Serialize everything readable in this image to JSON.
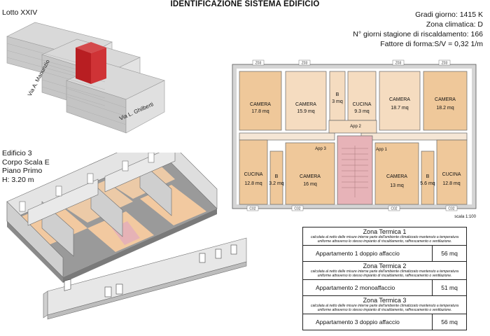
{
  "header": {
    "title": "IDENTIFICAZIONE SISTEMA EDIFICIO"
  },
  "info": {
    "gradi_giorno": "Gradi giorno: 1415 K",
    "zona_climatica": "Zona climatica: D",
    "giorni_riscaldamento": "N° giorni stagione di riscaldamento: 166",
    "fattore_forma": "Fattore di forma:S/V = 0,32 1/m"
  },
  "site": {
    "lotto": "Lotto XXIV",
    "street_1": "Via A. Manunzio",
    "street_2": "Via L. Ghilberti"
  },
  "building": {
    "edificio": "Edificio 3",
    "corpo": "Corpo Scala E",
    "piano": "Piano Primo",
    "altezza": "H: 3.20 m"
  },
  "plan": {
    "scale": "scala 1:100",
    "rooms": [
      {
        "name": "CAMERA",
        "area": "17.8 mq"
      },
      {
        "name": "CAMERA",
        "area": "15.9 mq"
      },
      {
        "name": "B",
        "area": "3 mq"
      },
      {
        "name": "CUCINA",
        "area": "9.3 mq"
      },
      {
        "name": "CAMERA",
        "area": "18.7 mq"
      },
      {
        "name": "CAMERA",
        "area": "18.2 mq"
      },
      {
        "name": "CUCINA",
        "area": "12.8 mq"
      },
      {
        "name": "B",
        "area": "3.2 mq"
      },
      {
        "name": "CAMERA",
        "area": "16 mq"
      },
      {
        "name": "CAMERA",
        "area": "13 mq"
      },
      {
        "name": "B",
        "area": "5.6 mq"
      },
      {
        "name": "CUCINA",
        "area": "12.8 mq"
      }
    ],
    "apps": [
      "App 2",
      "App 3",
      "App 1"
    ],
    "window_tags": [
      "Z03",
      "Z03",
      "Z03",
      "Z03",
      "C02",
      "C02",
      "C02",
      "C02"
    ]
  },
  "zones": [
    {
      "title": "Zona Termica 1",
      "desc": "calcolata al netto delle misure interne parte dell'ambiente climatizzato mantenuto a temperatura uniforme attraverso lo stesso impianto di riscaldamento, raffrescamento o ventilazione.",
      "apartment": "Appartamento 1 doppio affaccio",
      "area": "56 mq"
    },
    {
      "title": "Zona Termica 2",
      "desc": "calcolata al netto delle misure interne parte dell'ambiente climatizzato mantenuto a temperatura uniforme attraverso lo stesso impianto di riscaldamento, raffrescamento o ventilazione.",
      "apartment": "Appartamento 2 monoaffaccio",
      "area": "51 mq"
    },
    {
      "title": "Zona Termica 3",
      "desc": "calcolata al netto delle misure interne parte dell'ambiente climatizzato mantenuto a temperatura uniforme attraverso lo stesso impianto di riscaldamento, raffrescamento o ventilazione.",
      "apartment": "Appartamento 3 doppio affaccio",
      "area": "56 mq"
    }
  ],
  "colors": {
    "room_dark": "#efc89a",
    "room_light": "#f5dcc0",
    "stair": "#e7b3b8",
    "highlight": "#b81e22",
    "wall": "#bdbdbd"
  }
}
